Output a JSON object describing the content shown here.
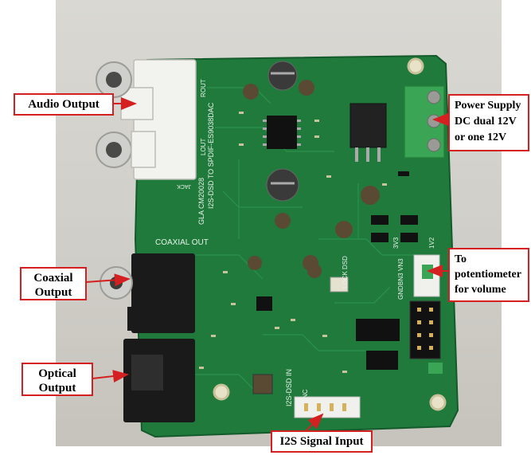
{
  "labels": {
    "audio_output": "Audio Output",
    "power_supply_l1": "Power Supply",
    "power_supply_l2": "DC dual 12V",
    "power_supply_l3": "or one 12V",
    "coaxial_l1": "Coaxial",
    "coaxial_l2": "Output",
    "optical_l1": "Optical",
    "optical_l2": "Output",
    "potentiometer_l1": "To",
    "potentiometer_l2": "potentiometer",
    "potentiometer_l3": "for volume",
    "i2s_input": "I2S Signal Input"
  },
  "silkscreen": {
    "coaxial_out": "COAXIAL OUT",
    "board_name_1": "I2S-DSD TO SPDIF-ES9038DAC",
    "board_name_2": "GLA CM20028",
    "i2s_header": "I2S-DSD IN",
    "lock_dsd": "LOCK DSD",
    "v3v3": "3V3",
    "v1v2": "1V2",
    "vn3": "VN3",
    "bn3": "BN3",
    "gnd": "GND",
    "nc": "NC",
    "rout": "ROUT",
    "lout": "LOUT",
    "jack": "JACK"
  },
  "colors": {
    "pcb": "#1f7a3c",
    "pcb_dark": "#15602d",
    "callout_border": "#d42020",
    "arrow": "#d42020",
    "terminal": "#3aa655",
    "rca_white": "#f2f2ef",
    "connector_black": "#1a1a1a"
  }
}
